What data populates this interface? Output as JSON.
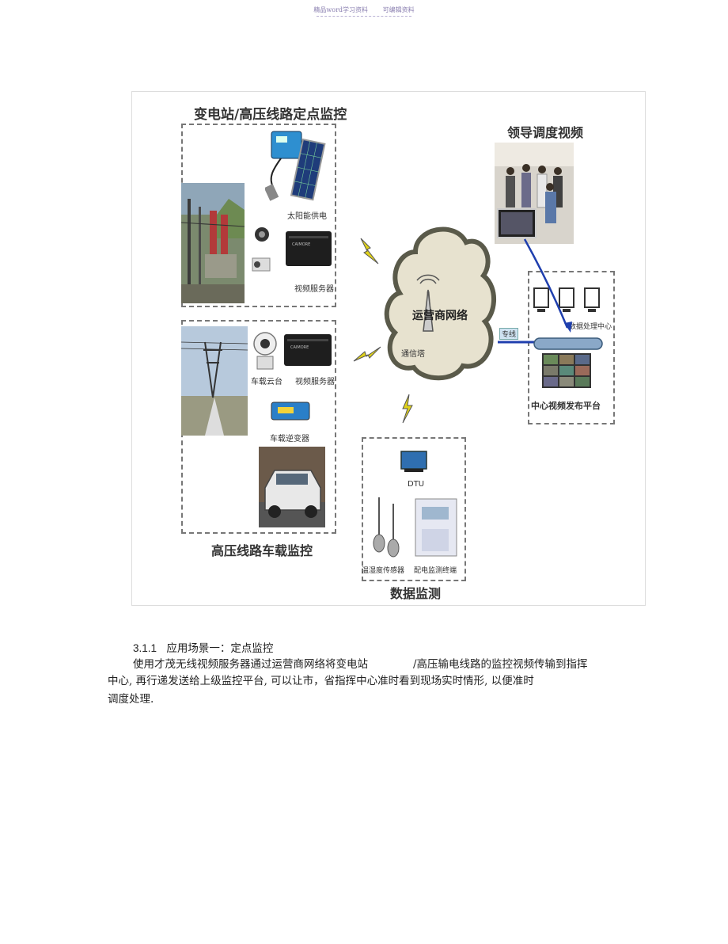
{
  "header": {
    "left": "精品word学习资料",
    "right": "可编辑资料"
  },
  "figure": {
    "box_substation_title": "变电站/高压线路定点监控",
    "solar_label": "太阳能供电",
    "video_server_label_1": "视频服务器",
    "box_vehicle_title": "高压线路车载监控",
    "vehicle_ptz_label": "车载云台",
    "video_server_label_2": "视频服务器",
    "inverter_label": "车载逆变器",
    "cloud_label": "运营商网络",
    "tower_label": "通信塔",
    "leader_title": "领导调度视频",
    "line_label": "专线",
    "data_center_label": "数据处理中心",
    "platform_label": "中心视频发布平台",
    "dtu_label": "DTU",
    "sensor_label": "温湿度传感器",
    "meter_label": "配电监测终端",
    "data_box_title": "数据监测"
  },
  "content": {
    "section_number": "3.1.1",
    "section_title": "应用场景一：定点监控",
    "para_line1_a": "使用才茂无线视频服务器通过运营商网络将变电站",
    "para_line1_b": "/高压输电线路的监控视频传输到指挥",
    "para_line2": "中心, 再行递发送给上级监控平台, 可以让市，省指挥中心准时看到现场实时情形, 以便准时",
    "para_line3": "调度处理."
  }
}
